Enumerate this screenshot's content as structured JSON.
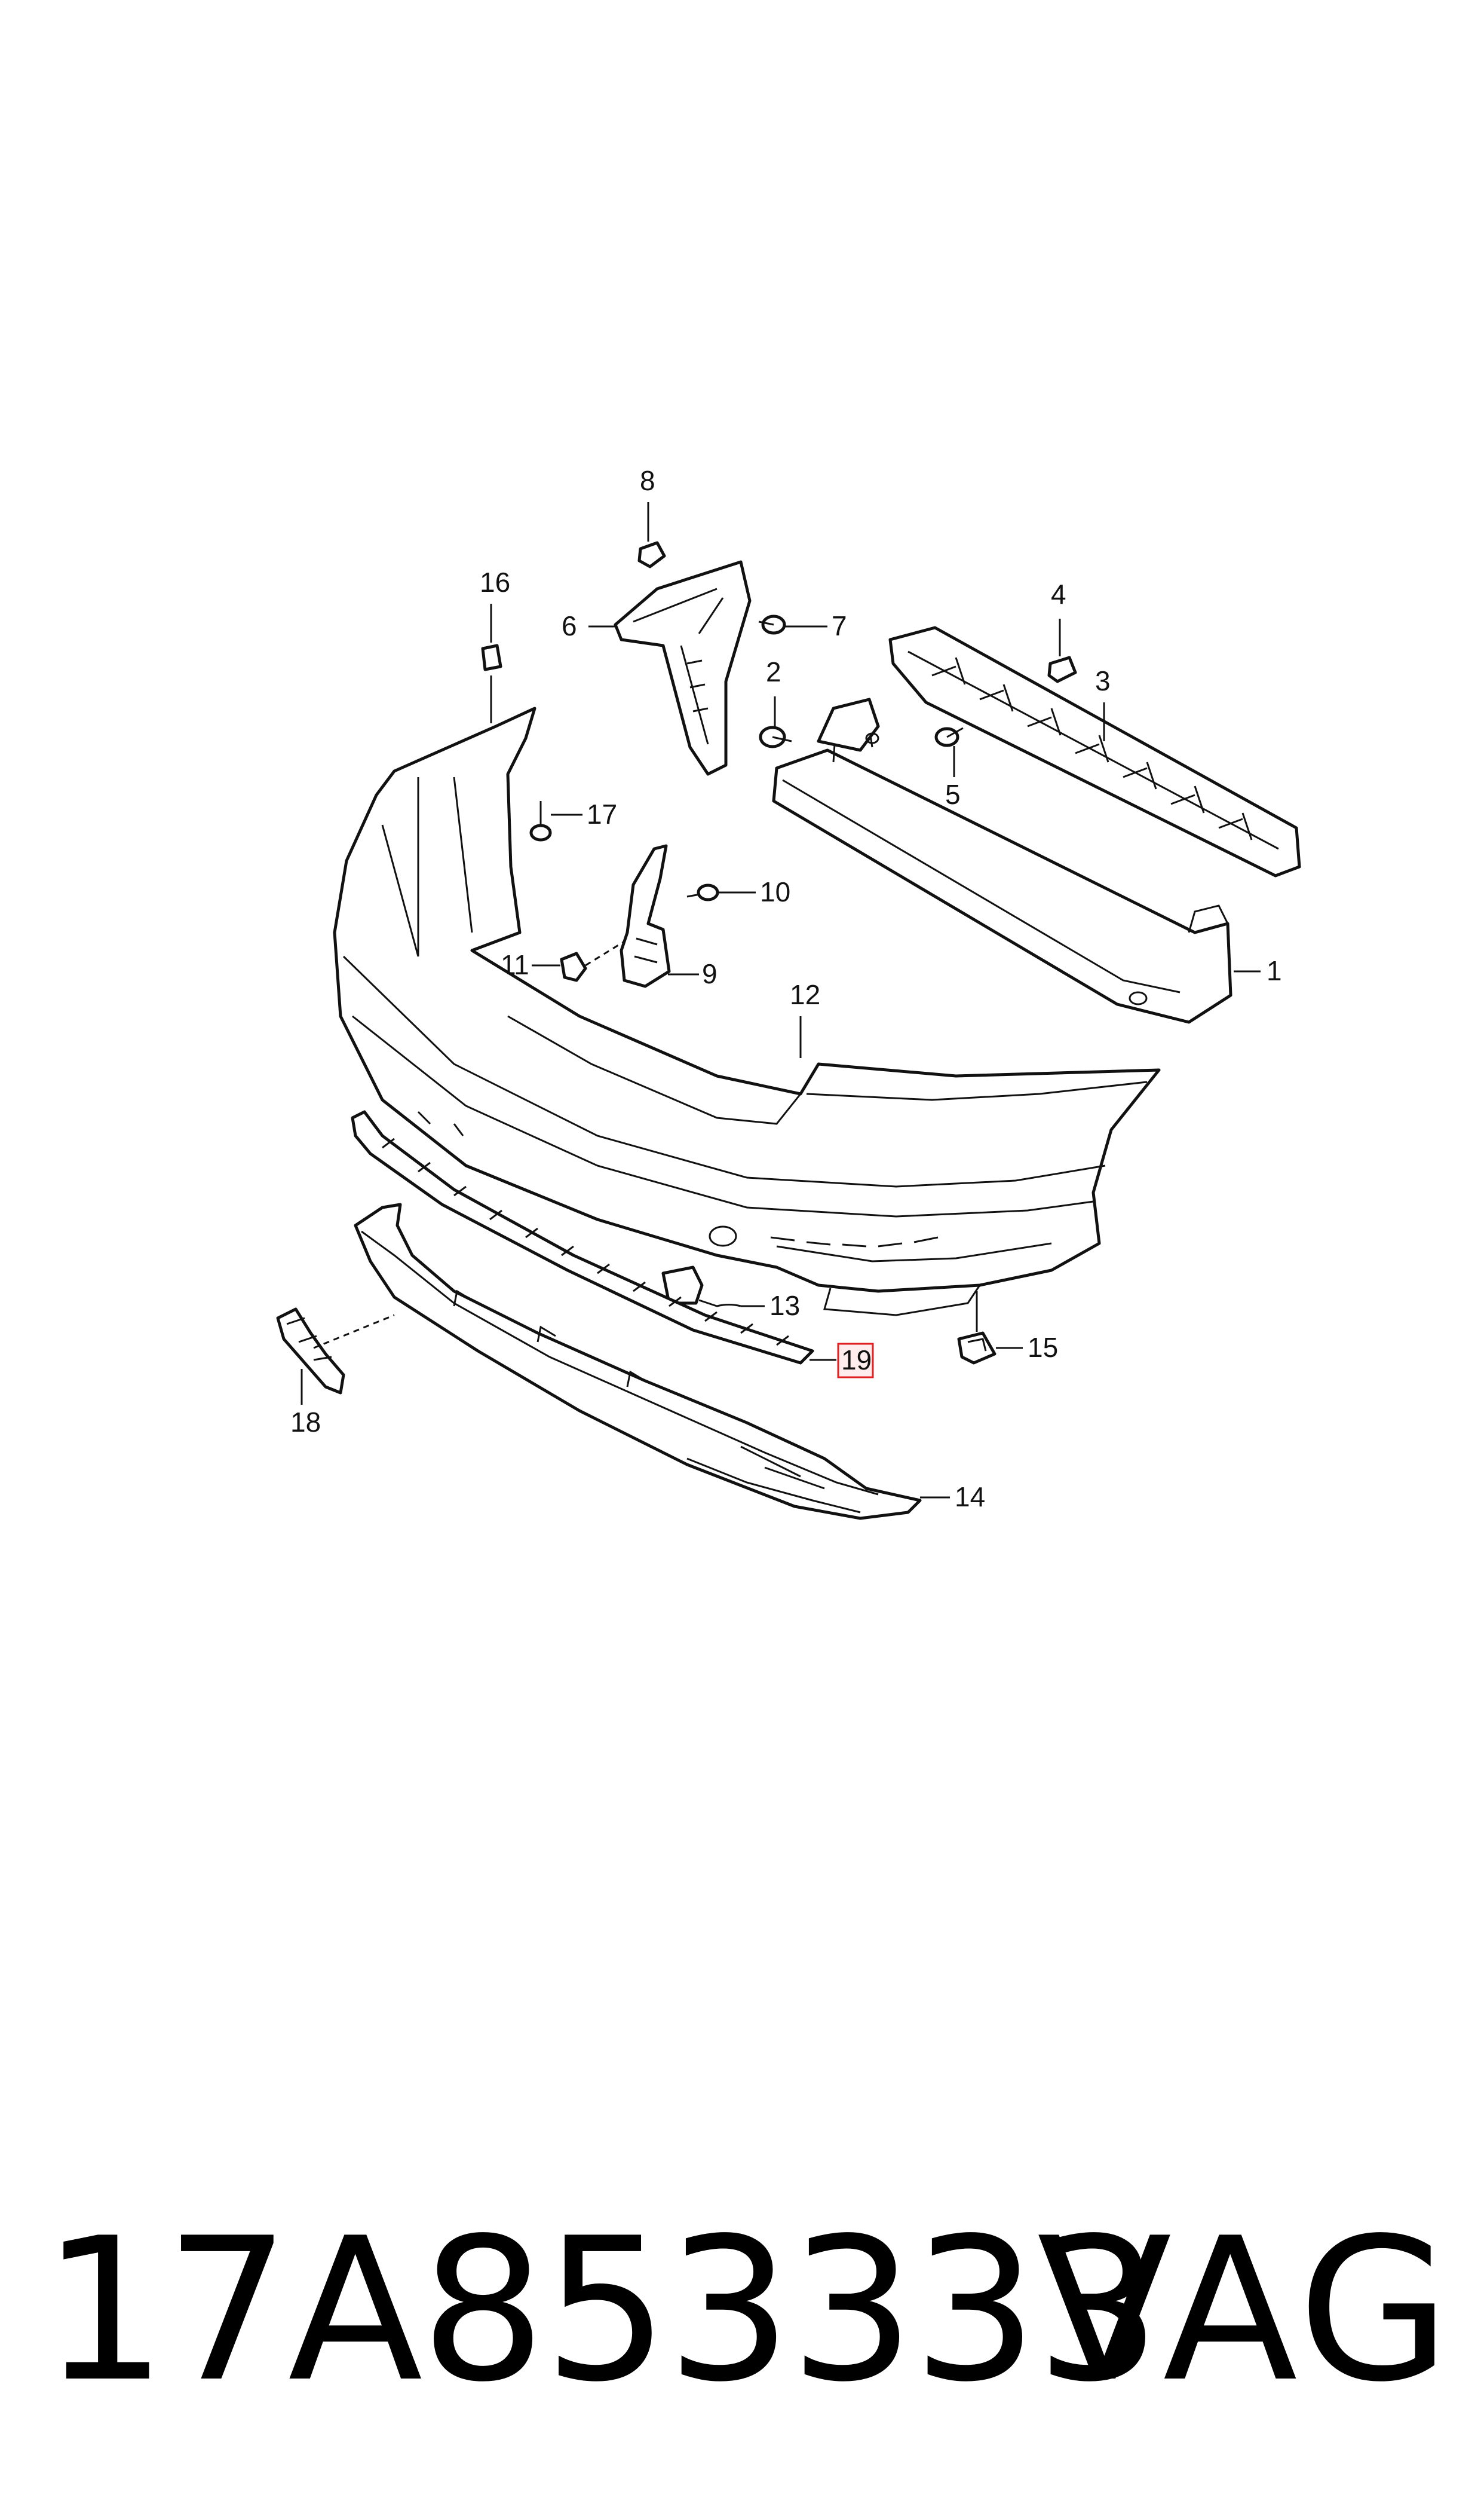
{
  "callouts": {
    "c1": "1",
    "c2": "2",
    "c3": "3",
    "c4": "4",
    "c5": "5",
    "c6": "6",
    "c7": "7",
    "c8": "8",
    "c9": "9",
    "c10": "10",
    "c11": "11",
    "c12": "12",
    "c13": "13",
    "c14": "14",
    "c15": "15",
    "c16": "16",
    "c17": "17",
    "c18": "18",
    "c19": "19"
  },
  "highlight_color": "#e02020",
  "footer": {
    "part_number": "17A853333",
    "brand": "VAG"
  }
}
